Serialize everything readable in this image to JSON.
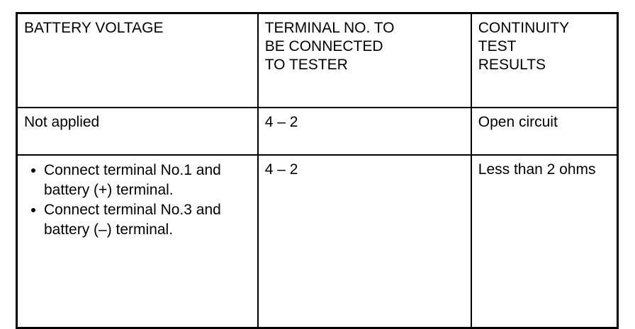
{
  "document": {
    "type": "specification-table",
    "title": "Continuity test specification table"
  },
  "colors": {
    "border": "#000000",
    "text": "#000000",
    "background": "#ffffff"
  },
  "table": {
    "headers": [
      "BATTERY VOLTAGE",
      "TERMINAL NO. TO\nBE CONNECTED\nTO TESTER",
      "CONTINUITY\nTEST\nRESULTS"
    ],
    "rows": [
      {
        "battery_voltage": "Not applied",
        "terminal_no": "4 – 2",
        "continuity_test_results": "Open circuit"
      },
      {
        "battery_voltage_bullets": [
          "Connect terminal No.1 and battery (+) terminal.",
          "Connect terminal No.3 and battery (–) terminal."
        ],
        "terminal_no": "4 – 2",
        "continuity_test_results": "Less than 2 ohms"
      }
    ]
  }
}
